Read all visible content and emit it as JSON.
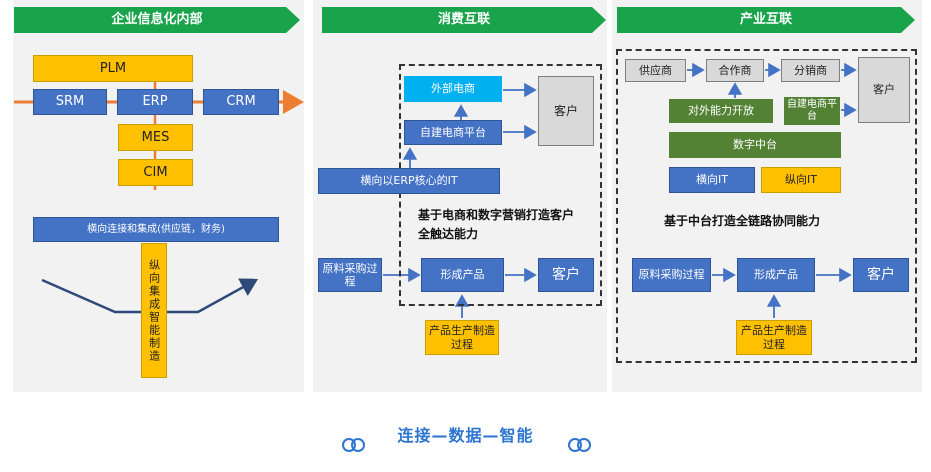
{
  "section1": {
    "header": "企业信息化内部",
    "plm": "PLM",
    "srm": "SRM",
    "erp": "ERP",
    "crm": "CRM",
    "mes": "MES",
    "cim": "CIM",
    "horizontal": "横向连接和集成(供应链，财务)",
    "vertical": "纵向集成智能制造"
  },
  "section2": {
    "header": "消费互联",
    "external_ecom": "外部电商",
    "self_ecom": "自建电商平台",
    "customer_top": "客户",
    "erp_it": "横向以ERP核心的IT",
    "caption": "基于电商和数字营销打造客户全触达能力",
    "raw": "原料采购过程",
    "product": "形成产品",
    "customer_bottom": "客户",
    "production": "产品生产制造过程"
  },
  "section3": {
    "header": "产业互联",
    "supplier": "供应商",
    "partner": "合作商",
    "distributor": "分销商",
    "customer_top": "客户",
    "open_ability": "对外能力开放",
    "self_ecom": "自建电商平台",
    "data_center": "数字中台",
    "horizontal_it": "横向IT",
    "vertical_it": "纵向IT",
    "caption": "基于中台打造全链路协同能力",
    "raw": "原料采购过程",
    "product": "形成产品",
    "customer_bottom": "客户",
    "production": "产品生产制造过程"
  },
  "tagline": "连接—数据—智能",
  "colors": {
    "header_green": "#19a34a",
    "yellow": "#ffc000",
    "blue": "#4472c4",
    "light_blue": "#00b0f0",
    "green": "#548235",
    "arrow_orange": "#ed7d31",
    "tagline_blue": "#2e75d2"
  }
}
